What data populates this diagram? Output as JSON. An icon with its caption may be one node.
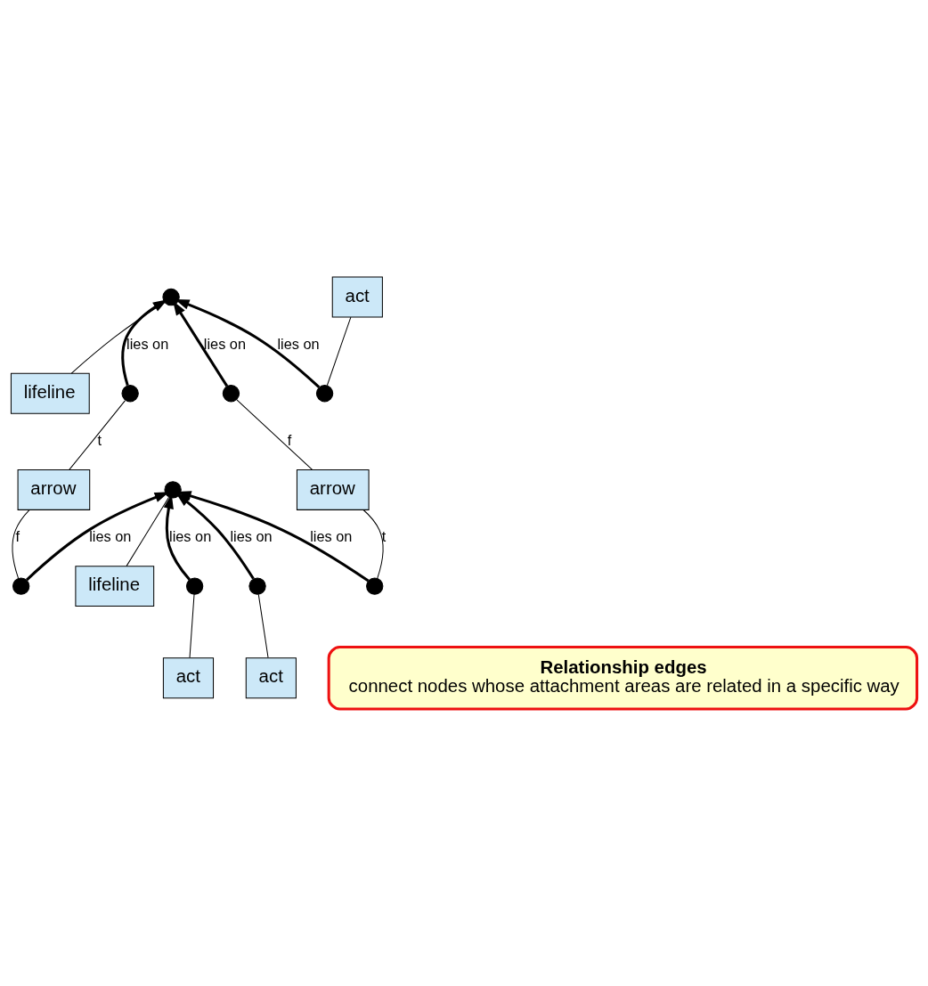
{
  "diagram": {
    "nodes": [
      {
        "text": [
          "lifeline"
        ]
      },
      {
        "text": [
          "lifeline"
        ]
      },
      {
        "text": [],
        "shape": "circle"
      },
      {
        "text": [],
        "shape": "circle"
      },
      {
        "text": [
          "act"
        ]
      },
      {
        "text": [],
        "shape": "circle"
      },
      {
        "text": [],
        "shape": "circle"
      },
      {
        "text": [
          "arrow"
        ]
      },
      {
        "text": [],
        "shape": "circle"
      },
      {
        "text": [],
        "shape": "circle"
      },
      {
        "text": [
          "act"
        ]
      },
      {
        "text": [],
        "shape": "circle"
      },
      {
        "text": [
          "arrow"
        ]
      },
      {
        "text": [],
        "shape": "circle"
      },
      {
        "text": [
          "act"
        ]
      },
      {
        "text": [],
        "shape": "circle"
      },
      {
        "text": [
          "Relationship edges",
          "connect nodes whose attachment areas are related in a specific way"
        ]
      }
    ],
    "edges": [
      {
        "from": 0,
        "to": 2,
        "arrow": "none"
      },
      {
        "from": 1,
        "to": 3,
        "arrow": "none"
      },
      {
        "from": 4,
        "to": 5,
        "arrow": "none"
      },
      {
        "from": 5,
        "to": 2,
        "arrow": "to",
        "label": "lies on",
        "style": "thick"
      },
      {
        "from": 6,
        "to": 7,
        "arrow": "none",
        "label": "f"
      },
      {
        "from": 7,
        "to": 8,
        "arrow": "none",
        "label": "t"
      },
      {
        "from": 6,
        "to": 2,
        "arrow": "to",
        "label": "lies on",
        "style": "thick"
      },
      {
        "from": 8,
        "to": 3,
        "arrow": "to",
        "label": "lies on",
        "style": "thick"
      },
      {
        "from": 9,
        "to": 10,
        "arrow": "none"
      },
      {
        "from": 9,
        "to": 3,
        "arrow": "to",
        "label": "lies on",
        "style": "thick"
      },
      {
        "from": 11,
        "to": 12,
        "arrow": "none",
        "label": "t"
      },
      {
        "from": 12,
        "to": 13,
        "arrow": "none",
        "label": "f"
      },
      {
        "from": 11,
        "to": 2,
        "arrow": "to",
        "label": "lies on",
        "style": "thick"
      },
      {
        "from": 13,
        "to": 3,
        "arrow": "to",
        "label": "lies on",
        "style": "thick"
      },
      {
        "from": 14,
        "to": 15,
        "arrow": "none"
      },
      {
        "from": 15,
        "to": 2,
        "arrow": "to",
        "label": "lies on",
        "style": "thick"
      }
    ]
  }
}
